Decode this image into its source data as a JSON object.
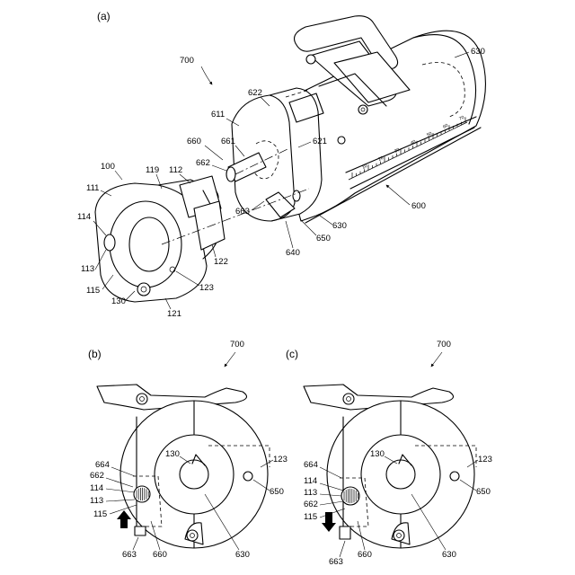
{
  "panels": {
    "a": "(a)",
    "b": "(b)",
    "c": "(c)"
  },
  "labels_a": {
    "700": "700",
    "630_top": "630",
    "622": "622",
    "611": "611",
    "660": "660",
    "661": "661",
    "621": "621",
    "662": "662",
    "100": "100",
    "119": "119",
    "112": "112",
    "111": "111",
    "600": "600",
    "663": "663",
    "114": "114",
    "630_mid": "630",
    "650": "650",
    "640": "640",
    "122": "122",
    "113": "113",
    "123": "123",
    "115": "115",
    "130": "130",
    "121": "121"
  },
  "scale_marks": [
    "70",
    "60",
    "50",
    "40",
    "30",
    "20",
    "10"
  ],
  "labels_b": {
    "700": "700",
    "130": "130",
    "123": "123",
    "664": "664",
    "662": "662",
    "114": "114",
    "113": "113",
    "115": "115",
    "650": "650",
    "663": "663",
    "660": "660",
    "630": "630"
  },
  "labels_c": {
    "700": "700",
    "130": "130",
    "123": "123",
    "664": "664",
    "114": "114",
    "113": "113",
    "662": "662",
    "115": "115",
    "650": "650",
    "663": "663",
    "660": "660",
    "630": "630"
  },
  "arrows": {
    "b": "up",
    "c": "down"
  }
}
